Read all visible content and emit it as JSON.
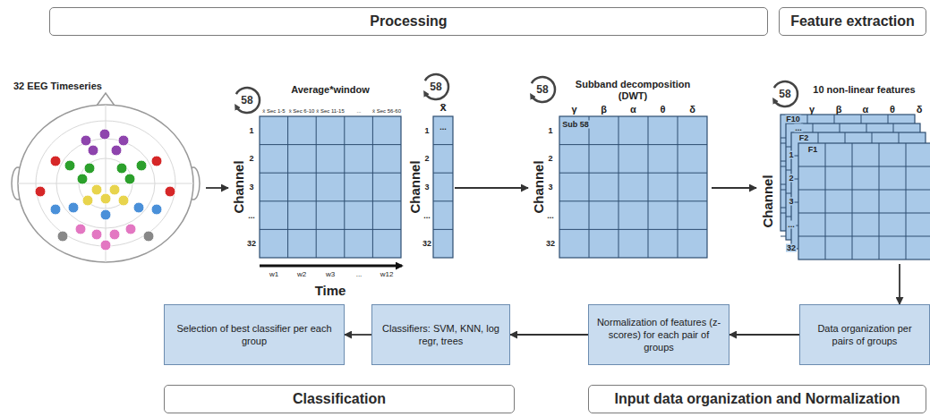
{
  "diagram": {
    "nodes": [
      {
        "text": [
          "Processing"
        ]
      },
      {
        "text": [
          "Feature extraction"
        ]
      },
      {
        "text": [
          "32 EEG Timeseries"
        ]
      },
      {
        "text": [
          "Average*window"
        ]
      },
      {
        "text": [
          "x̄"
        ]
      },
      {
        "text": [
          "Subband decomposition (DWT)"
        ]
      },
      {
        "text": [
          "10 non-linear features"
        ]
      },
      {
        "text": [
          "Selection of best classifier per each group"
        ]
      },
      {
        "text": [
          "Classifiers: SVM, KNN, log regr, trees"
        ]
      },
      {
        "text": [
          "Normalization of features (z-scores) for each pair of groups"
        ]
      },
      {
        "text": [
          "Data organization per pairs of groups"
        ]
      },
      {
        "text": [
          "Classification"
        ]
      },
      {
        "text": [
          "Input data organization and Normalization"
        ]
      }
    ],
    "edges": [
      {
        "from": 2,
        "to": 3,
        "arrow": "to"
      },
      {
        "from": 4,
        "to": 5,
        "arrow": "to"
      },
      {
        "from": 5,
        "to": 6,
        "arrow": "to"
      },
      {
        "from": 6,
        "to": 10,
        "arrow": "to"
      },
      {
        "from": 10,
        "to": 9,
        "arrow": "to"
      },
      {
        "from": 9,
        "to": 8,
        "arrow": "to"
      },
      {
        "from": 8,
        "to": 7,
        "arrow": "to"
      }
    ],
    "labels": [
      "58",
      "x̄ Sec 1-5",
      "x̄ Sec 6-10",
      "x̄ Sec 11-15",
      "...",
      "x̄ Sec 56-60",
      "1",
      "2",
      "3",
      "...",
      "32",
      "Channel",
      "w1",
      "w2",
      "w3",
      "...",
      "w12",
      "Time",
      "58",
      "...",
      "1",
      "2",
      "3",
      "...",
      "32",
      "Channel",
      "58",
      "γ",
      "β",
      "α",
      "θ",
      "δ",
      "Sub 58",
      "1",
      "2",
      "3",
      "...",
      "32",
      "Channel",
      "58",
      "γ",
      "β",
      "α",
      "θ",
      "δ",
      "F10",
      "...",
      "F2",
      "F1",
      "1",
      "2",
      "3",
      "...",
      "32",
      "Channel"
    ]
  }
}
